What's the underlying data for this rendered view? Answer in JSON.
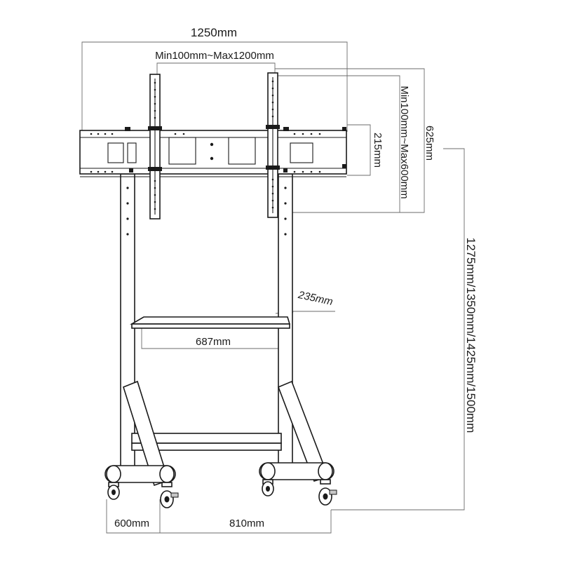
{
  "dimensions": {
    "overall_width": "1250mm",
    "vesa_horizontal": "Min100mm~Max1200mm",
    "vesa_vertical": "Min100mm~Max600mm",
    "overall_bracket_height": "625mm",
    "bracket_height": "215mm",
    "shelf_depth": "235mm",
    "shelf_width": "687mm",
    "total_height": "1275mm/1350mm/1425mm/1500mm",
    "base_depth": "600mm",
    "base_width": "810mm"
  }
}
